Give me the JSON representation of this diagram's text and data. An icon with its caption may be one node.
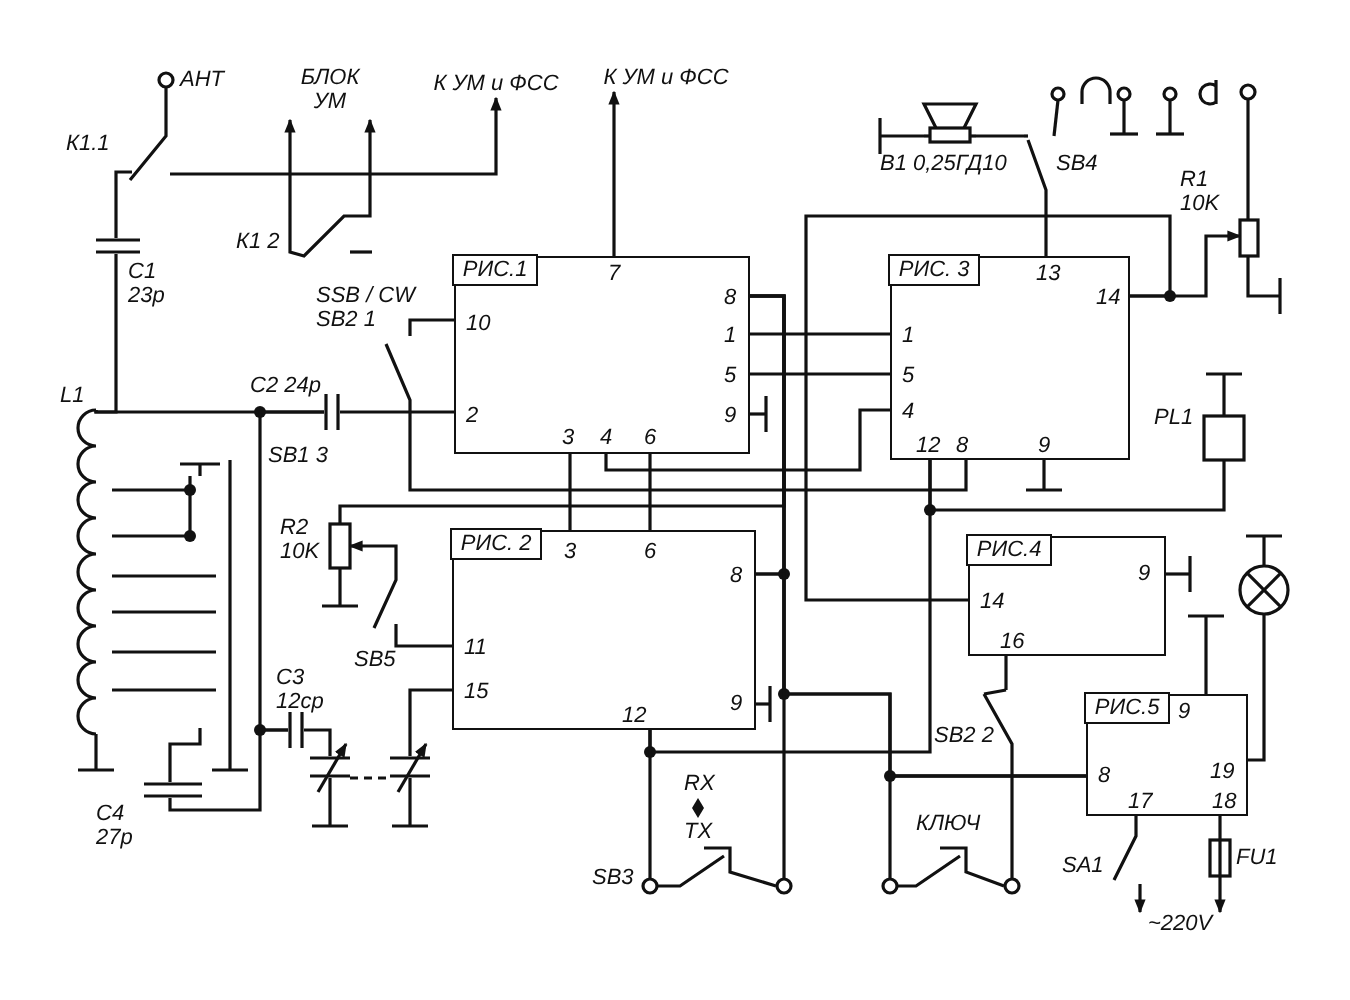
{
  "diagram": {
    "nodes": [
      {
        "text": [
          "РИС.1",
          "7",
          "10",
          "2",
          "8",
          "1",
          "5",
          "9",
          "3",
          "4",
          "6"
        ]
      },
      {
        "text": [
          "РИС. 2",
          "3",
          "6",
          "11",
          "15",
          "8",
          "9",
          "12"
        ]
      },
      {
        "text": [
          "РИС. 3",
          "13",
          "14",
          "1",
          "5",
          "4",
          "12",
          "8",
          "9"
        ]
      },
      {
        "text": [
          "РИС.4",
          "9",
          "14",
          "16"
        ]
      },
      {
        "text": [
          "РИС.5",
          "9",
          "19",
          "8",
          "17",
          "18"
        ]
      },
      {
        "text": [
          "БЛОК УМ"
        ]
      },
      {
        "text": [
          "К УМ и ФСС"
        ]
      },
      {
        "text": [
          "К УМ и ФСС"
        ]
      },
      {
        "text": [],
        "shape": "circle",
        "beside": [
          "АНТ"
        ]
      },
      {
        "text": [],
        "shape": "switch",
        "beside": [
          "К1.1"
        ]
      },
      {
        "text": [],
        "shape": "capacitor",
        "beside": [
          "C1 23p"
        ]
      },
      {
        "text": [],
        "shape": "coil",
        "beside": [
          "L1"
        ]
      },
      {
        "text": [],
        "shape": "capacitor",
        "beside": [
          "C2 24p"
        ]
      },
      {
        "text": [],
        "shape": "switch",
        "beside": [
          "SSB / CW SB2 1"
        ]
      },
      {
        "text": [],
        "shape": "switch",
        "beside": [
          "К1 2"
        ]
      },
      {
        "text": [],
        "shape": "switch"
      },
      {
        "text": [],
        "shape": "capacitor",
        "beside": [
          "C4 27p"
        ]
      },
      {
        "text": [],
        "shape": "capacitor",
        "beside": [
          "C3 12cp"
        ]
      },
      {
        "text": [],
        "shape": "capacitor"
      },
      {
        "text": [],
        "shape": "capacitor"
      },
      {
        "text": [],
        "shape": "resistor",
        "beside": [
          "R2 10K"
        ]
      },
      {
        "text": [],
        "shape": "switch",
        "beside": [
          "SB5"
        ]
      },
      {
        "text": [],
        "shape": "speaker",
        "beside": [
          "В1 0,25ГД10"
        ]
      },
      {
        "text": [],
        "shape": "switch",
        "beside": [
          "SB4"
        ]
      },
      {
        "text": [],
        "shape": "circle"
      },
      {
        "text": [],
        "shape": "resistor",
        "beside": [
          "R1 10K"
        ]
      },
      {
        "text": [],
        "shape": "box",
        "beside": [
          "PL1"
        ]
      },
      {
        "text": [],
        "shape": "switch",
        "beside": [
          "SB2 2"
        ]
      },
      {
        "text": [],
        "shape": "button",
        "beside": [
          "RX",
          "TX",
          "SB3"
        ]
      },
      {
        "text": [],
        "shape": "button",
        "beside": [
          "КЛЮЧ"
        ]
      },
      {
        "text": [],
        "shape": "lamp"
      },
      {
        "text": [],
        "shape": "switch",
        "beside": [
          "SA1"
        ]
      },
      {
        "text": [],
        "shape": "fuse",
        "beside": [
          "FU1"
        ]
      },
      {
        "text": [
          "~220V"
        ]
      }
    ],
    "edges": [
      {
        "from": 0,
        "to": 2,
        "arrow": "none"
      },
      {
        "from": 0,
        "to": 2,
        "arrow": "none"
      },
      {
        "from": 0,
        "to": 2,
        "arrow": "none"
      },
      {
        "from": 0,
        "to": 1,
        "arrow": "none"
      },
      {
        "from": 0,
        "to": 1,
        "arrow": "none"
      },
      {
        "from": 0,
        "to": 1,
        "arrow": "none"
      },
      {
        "from": 0,
        "to": 7,
        "arrow": "to"
      },
      {
        "from": 9,
        "to": 6,
        "arrow": "to"
      },
      {
        "from": 14,
        "to": 5,
        "arrow": "to"
      },
      {
        "from": 14,
        "to": 5,
        "arrow": "to"
      },
      {
        "from": 2,
        "to": 3,
        "arrow": "none"
      },
      {
        "from": 1,
        "to": 2,
        "arrow": "none"
      },
      {
        "from": 8,
        "to": 9,
        "arrow": "none"
      },
      {
        "from": 9,
        "to": 10,
        "arrow": "none"
      },
      {
        "from": 10,
        "to": 11,
        "arrow": "none"
      },
      {
        "from": 11,
        "to": 12,
        "arrow": "none"
      },
      {
        "from": 12,
        "to": 0,
        "arrow": "none"
      },
      {
        "from": 12,
        "to": 17,
        "arrow": "none"
      },
      {
        "from": 17,
        "to": 16,
        "arrow": "none"
      },
      {
        "from": 16,
        "to": 15,
        "arrow": "none"
      },
      {
        "from": 17,
        "to": 18,
        "arrow": "none"
      },
      {
        "from": 18,
        "to": 19,
        "arrow": "none",
        "style": "dashed"
      },
      {
        "from": 19,
        "to": 1,
        "arrow": "none"
      },
      {
        "from": 21,
        "to": 20,
        "arrow": "to"
      },
      {
        "from": 21,
        "to": 1,
        "arrow": "none"
      },
      {
        "from": 20,
        "to": 0,
        "arrow": "none"
      },
      {
        "from": 0,
        "to": 13,
        "arrow": "none"
      },
      {
        "from": 13,
        "to": 2,
        "arrow": "none"
      },
      {
        "from": 2,
        "to": 23,
        "arrow": "none"
      },
      {
        "from": 23,
        "to": 22,
        "arrow": "none"
      },
      {
        "from": 24,
        "to": 25,
        "arrow": "none"
      },
      {
        "from": 2,
        "to": 25,
        "arrow": "to"
      },
      {
        "from": 2,
        "to": 26,
        "arrow": "none"
      },
      {
        "from": 3,
        "to": 27,
        "arrow": "none"
      },
      {
        "from": 27,
        "to": 29,
        "arrow": "none"
      },
      {
        "from": 1,
        "to": 28,
        "arrow": "none"
      },
      {
        "from": 0,
        "to": 28,
        "arrow": "none"
      },
      {
        "from": 0,
        "to": 4,
        "arrow": "none"
      },
      {
        "from": 1,
        "to": 4,
        "arrow": "none"
      },
      {
        "from": 29,
        "to": 4,
        "arrow": "none"
      },
      {
        "from": 4,
        "to": 30,
        "arrow": "none"
      },
      {
        "from": 4,
        "to": 31,
        "arrow": "none"
      },
      {
        "from": 4,
        "to": 32,
        "arrow": "none"
      },
      {
        "from": 31,
        "to": 33,
        "arrow": "to"
      },
      {
        "from": 32,
        "to": 33,
        "arrow": "to"
      }
    ],
    "labels": [
      "SB1 3"
    ]
  }
}
